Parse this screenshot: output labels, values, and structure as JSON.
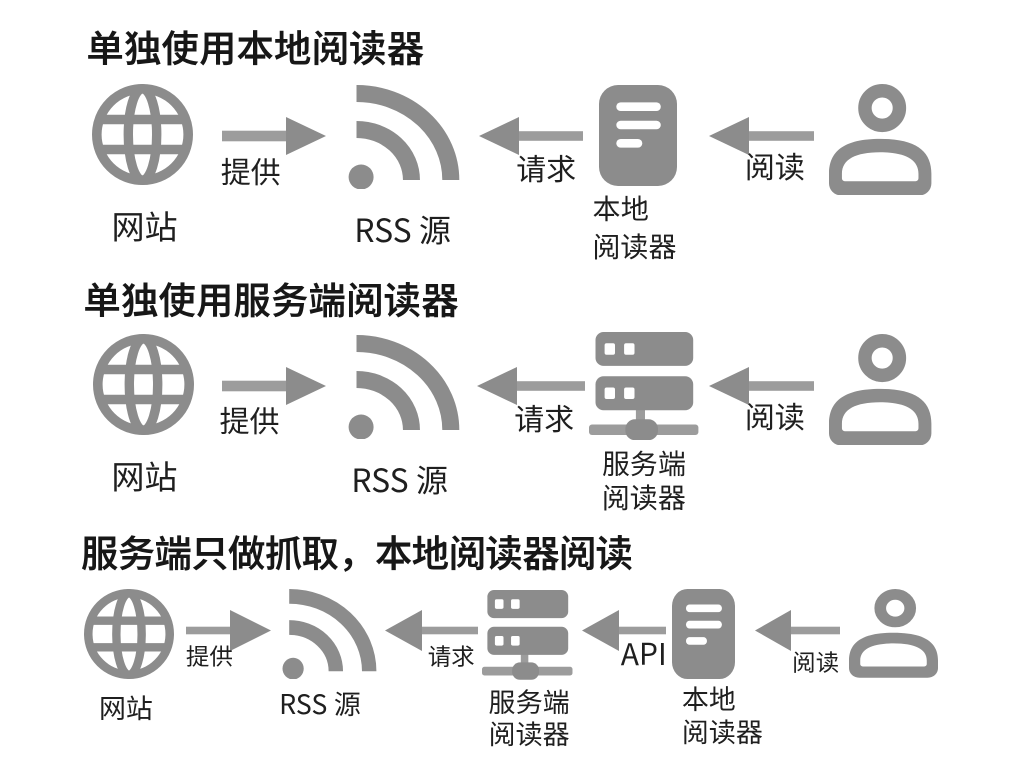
{
  "diagram": {
    "background": "#ffffff",
    "icon_color": "#8c8c8c",
    "title_color": "#171717",
    "label_color": "#1f1f1f"
  },
  "sections": [
    {
      "title": "单独使用本地阅读器",
      "nodes": {
        "website": "网站",
        "rss": "RSS 源",
        "local_reader": "本地\n阅读器"
      },
      "arrows": {
        "provide": "提供",
        "request": "请求",
        "read": "阅读"
      }
    },
    {
      "title": "单独使用服务端阅读器",
      "nodes": {
        "website": "网站",
        "rss": "RSS 源",
        "server_reader": "服务端\n阅读器"
      },
      "arrows": {
        "provide": "提供",
        "request": "请求",
        "read": "阅读"
      }
    },
    {
      "title": "服务端只做抓取，本地阅读器阅读",
      "nodes": {
        "website": "网站",
        "rss": "RSS 源",
        "server_reader": "服务端\n阅读器",
        "local_reader": "本地\n阅读器"
      },
      "arrows": {
        "provide": "提供",
        "request": "请求",
        "api": "API",
        "read": "阅读"
      }
    }
  ]
}
